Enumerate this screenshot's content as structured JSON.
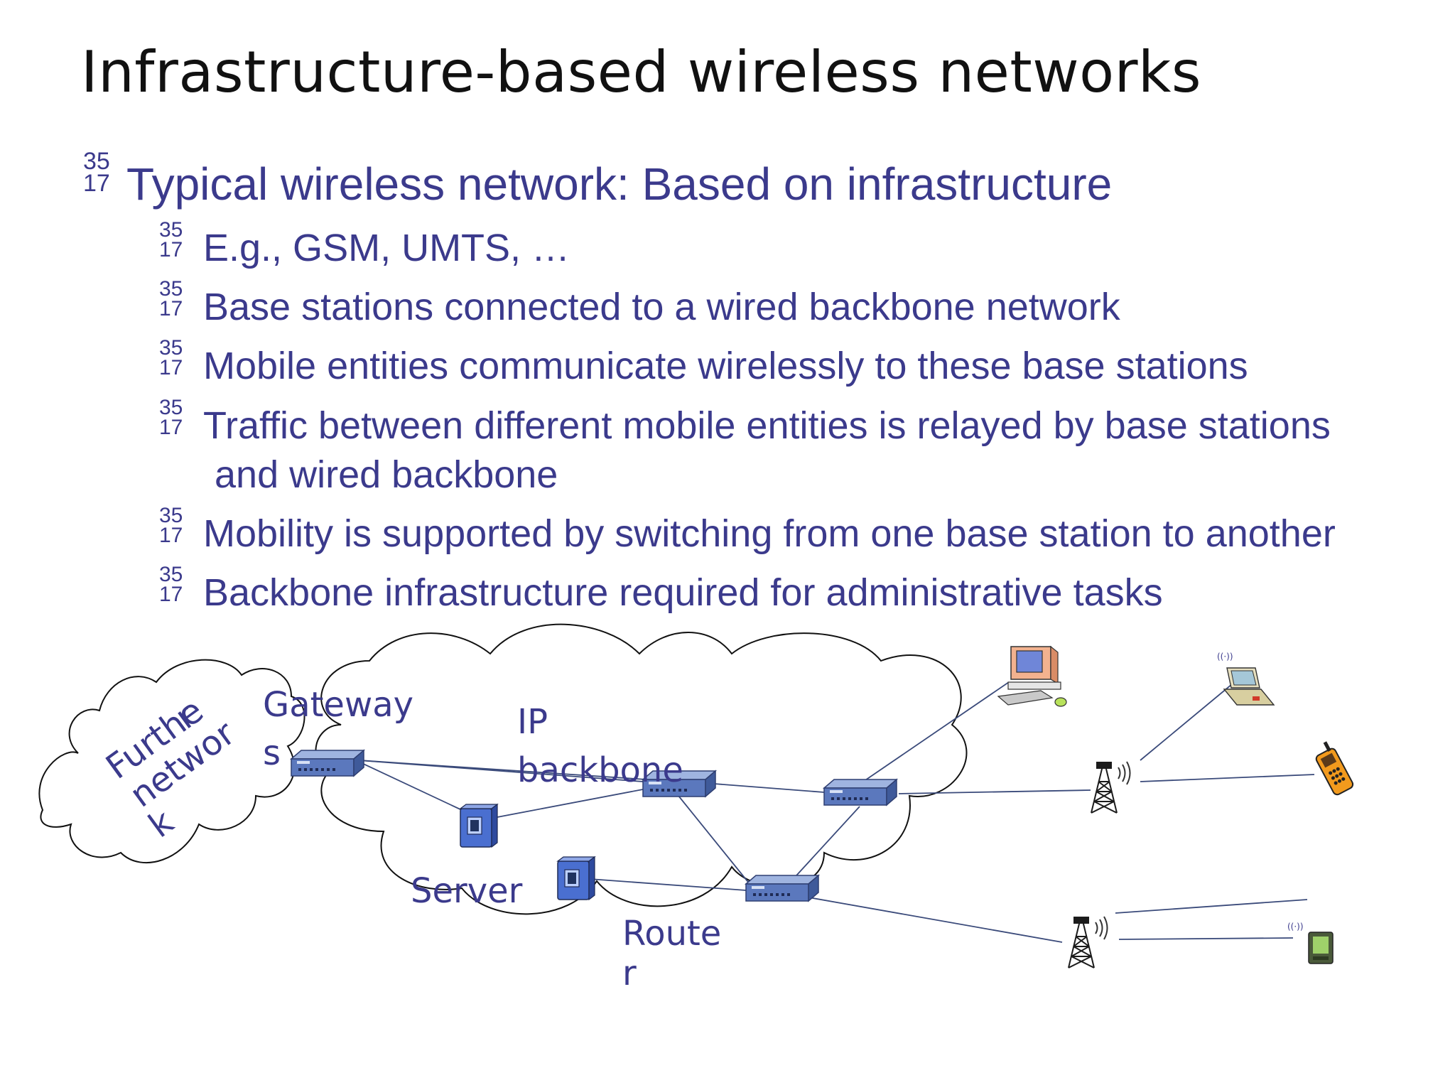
{
  "slide": {
    "title": "Infrastructure-based wireless networks",
    "bullet_marker_top": "35",
    "bullet_marker_bottom": "17",
    "main_bullet": "Typical wireless network: Based on infrastructure",
    "sub_bullets": [
      "E.g., GSM, UMTS, …",
      "Base stations connected to a wired backbone network",
      "Mobile entities communicate wirelessly to these base stations",
      "Traffic between different mobile entities is relayed by base stations",
      "and wired backbone",
      "Mobility is supported by switching from one base station to another",
      "Backbone infrastructure required for administrative tasks"
    ]
  },
  "diagram": {
    "labels": {
      "further_network_1": "Furthe",
      "further_network_2": "r",
      "further_network_3": "networ",
      "further_network_4": "k",
      "gateways_1": "Gateway",
      "gateways_2": "s",
      "ip_backbone_1": "IP",
      "ip_backbone_2": "backbone",
      "server": "Server",
      "router_1": "Route",
      "router_2": "r"
    },
    "colors": {
      "text": "#3b3a8c",
      "device": "#6b86c6",
      "line": "#3a4a7a"
    }
  }
}
